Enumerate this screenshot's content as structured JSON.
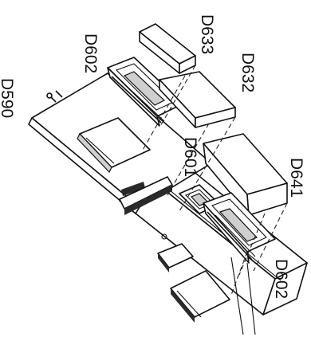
{
  "labels": {
    "d590": "D590",
    "d602_top": "D602",
    "d633": "D633",
    "d632": "D632",
    "d601": "D601",
    "d641": "D641",
    "d602_bottom": "D602"
  }
}
